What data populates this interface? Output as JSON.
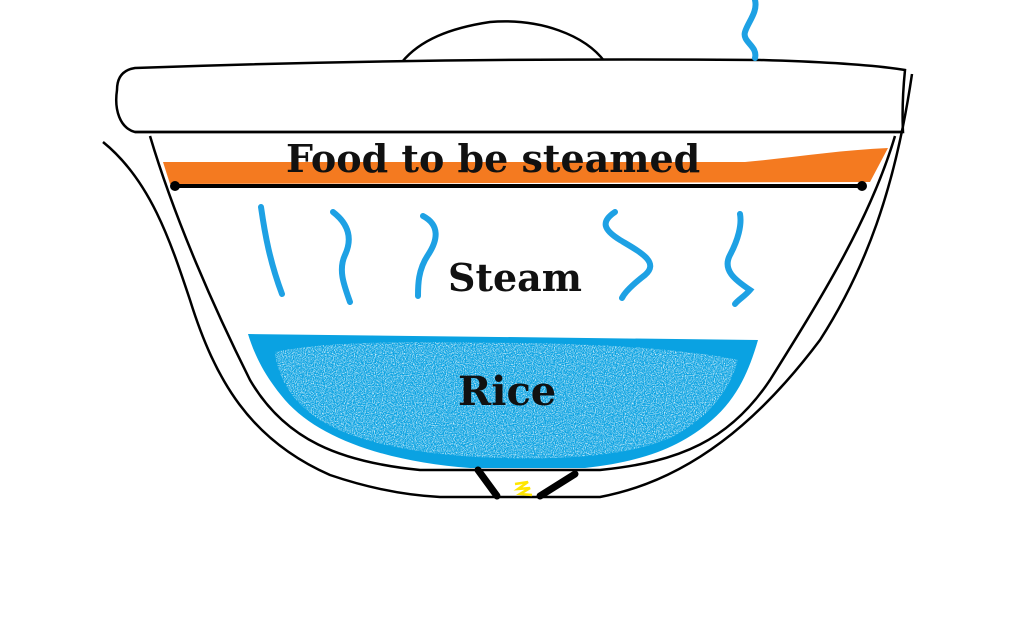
{
  "labels": {
    "food": "Food to be steamed",
    "steam": "Steam",
    "rice": "Rice"
  },
  "colors": {
    "outline": "#000000",
    "food_layer": "#f47a20",
    "steam_wave": "#1ea1e4",
    "water": "#0aa2e2",
    "rice": "#ffffff",
    "flame": "#ffe600"
  }
}
